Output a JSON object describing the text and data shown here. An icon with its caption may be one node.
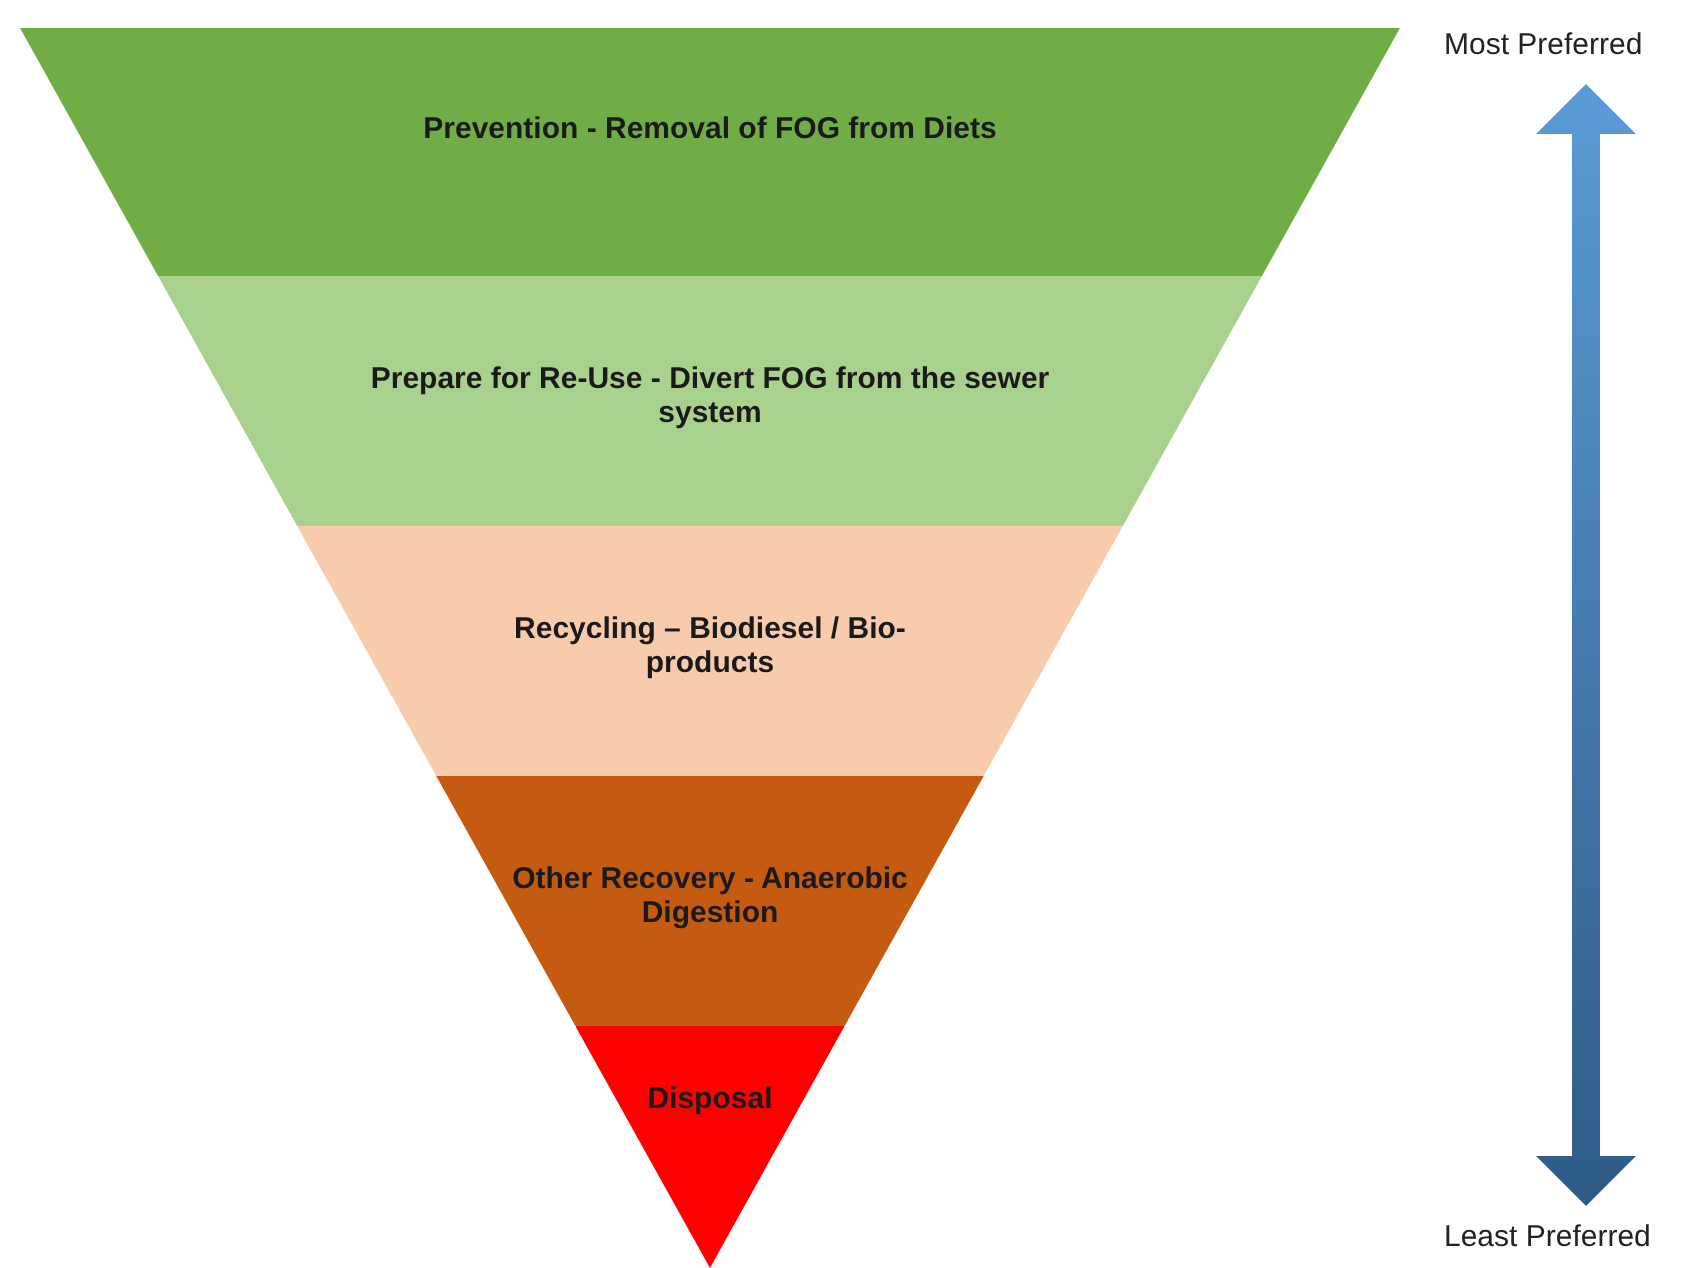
{
  "diagram": {
    "nodes": [
      {
        "text": [
          "Prevention - Removal of FOG from Diets"
        ]
      },
      {
        "text": [
          "Prepare for Re-Use - Divert FOG from the sewer system"
        ]
      },
      {
        "text": [
          "Recycling – Biodiesel / Bio-products"
        ]
      },
      {
        "text": [
          "Other Recovery - Anaerobic Digestion"
        ]
      },
      {
        "text": [
          "Disposal"
        ]
      }
    ],
    "labels": [
      "Most Preferred",
      "Least Preferred"
    ]
  }
}
